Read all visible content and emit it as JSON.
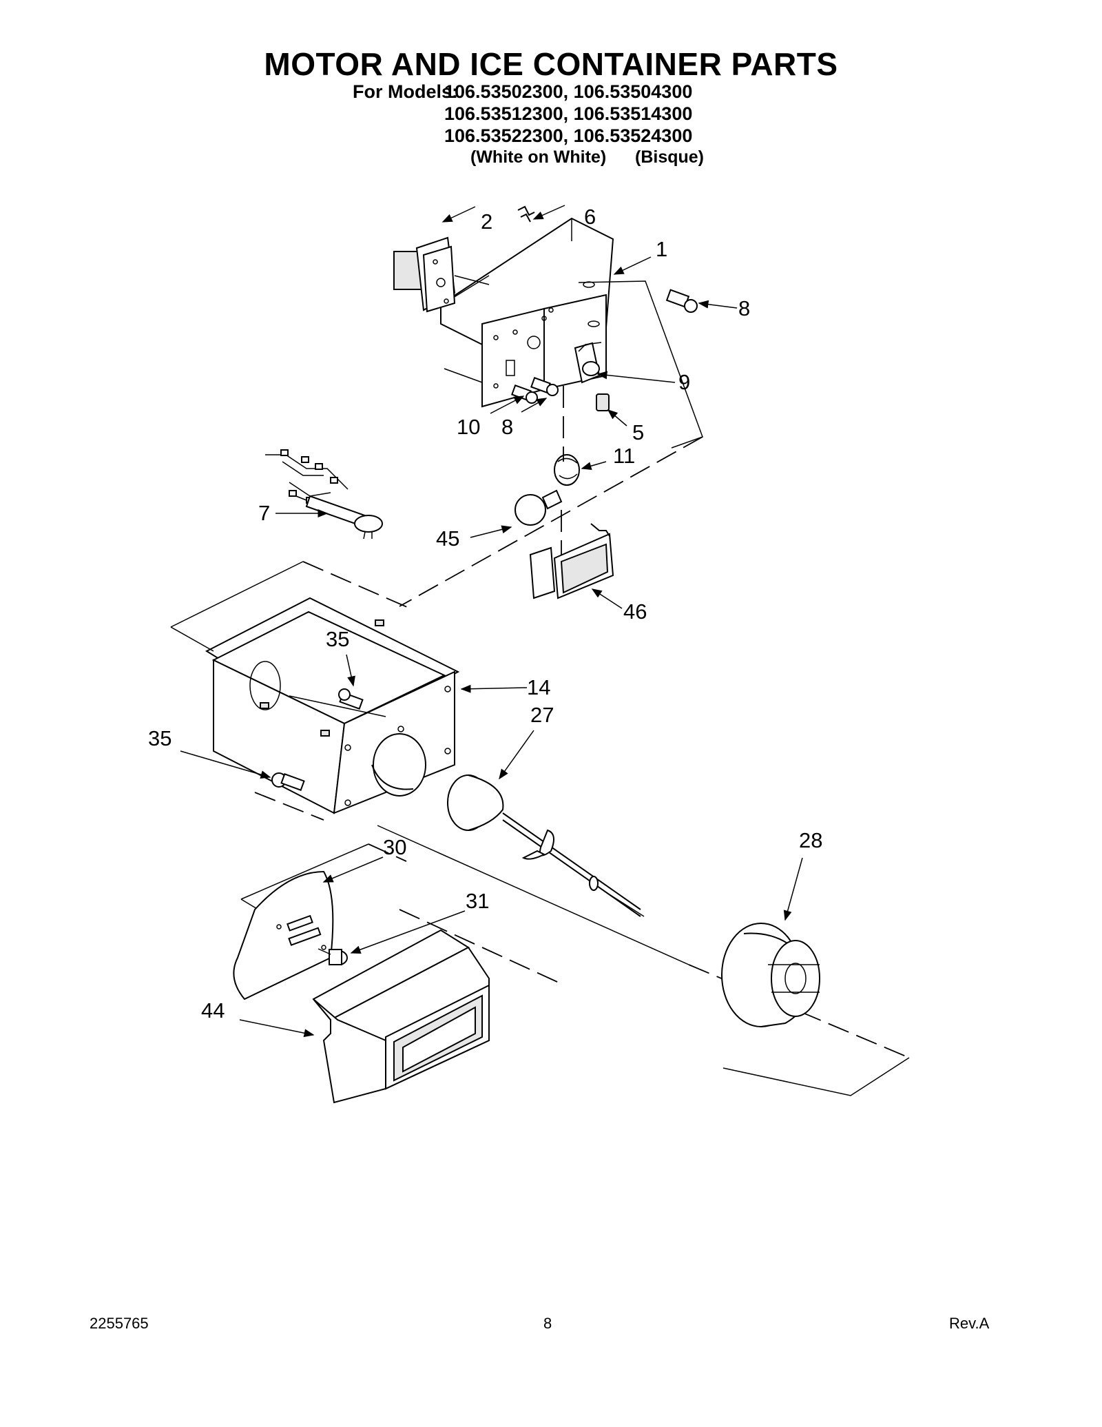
{
  "header": {
    "title": "MOTOR AND ICE CONTAINER PARTS",
    "models_label": "For Models:",
    "model_lines": [
      "106.53502300, 106.53504300",
      "106.53512300, 106.53514300",
      "106.53522300, 106.53524300"
    ],
    "variants": [
      "(White on White)",
      "(Bisque)"
    ]
  },
  "diagram": {
    "callouts": [
      "1",
      "2",
      "5",
      "6",
      "7",
      "8",
      "8",
      "9",
      "10",
      "11",
      "14",
      "27",
      "28",
      "30",
      "31",
      "35",
      "35",
      "44",
      "45",
      "46"
    ]
  },
  "footer": {
    "doc_number": "2255765",
    "page_number": "8",
    "revision": "Rev.A"
  }
}
